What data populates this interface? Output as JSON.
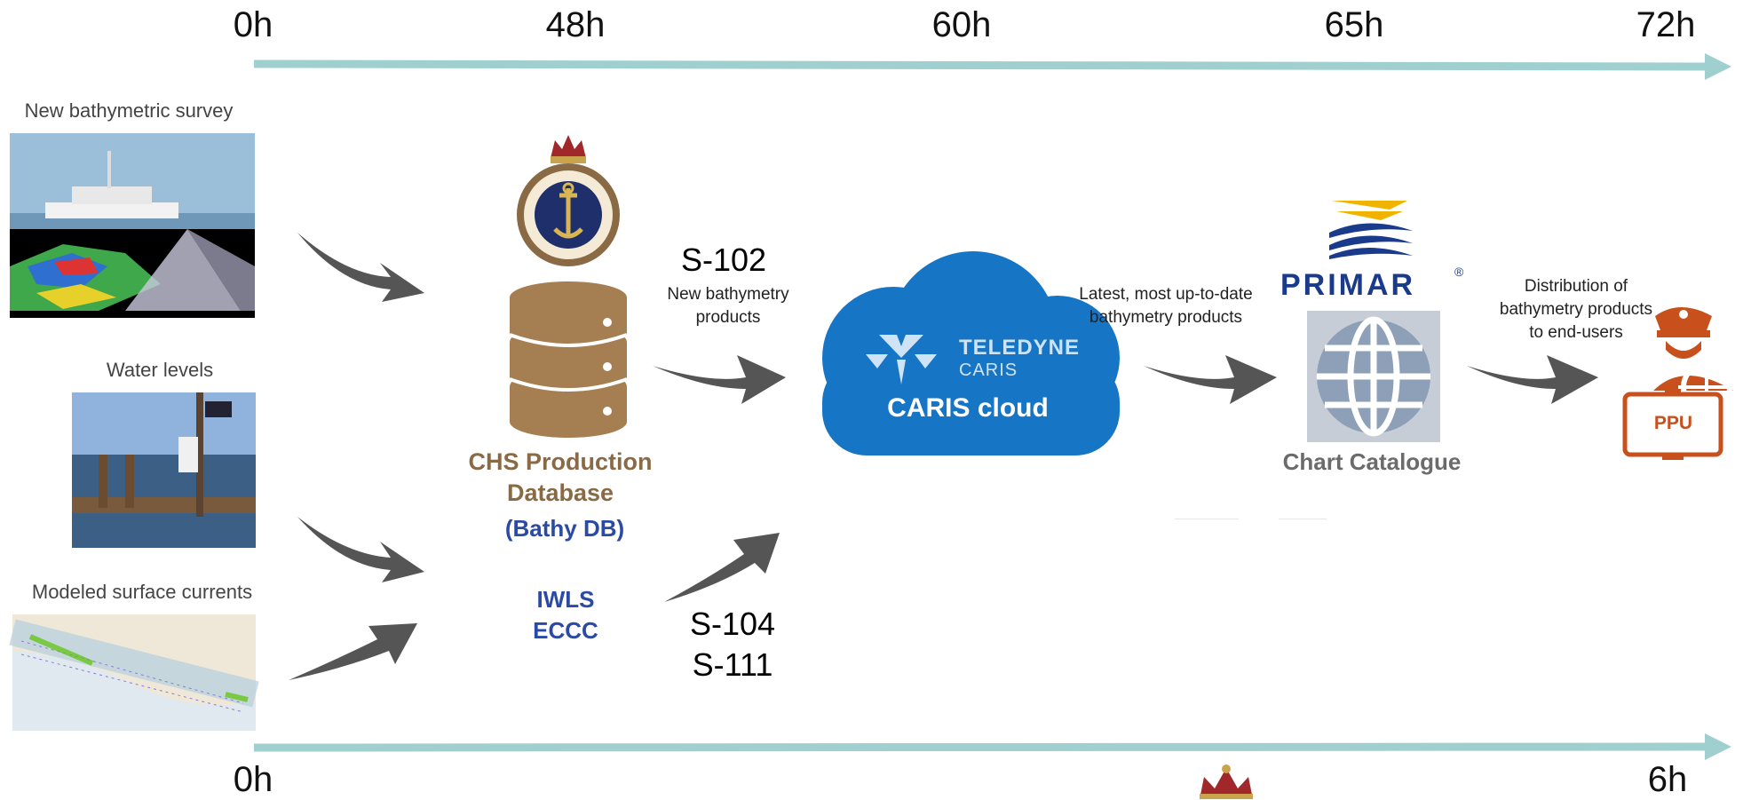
{
  "timeline_top": {
    "ticks": [
      "0h",
      "48h",
      "60h",
      "65h",
      "72h"
    ]
  },
  "timeline_bottom": {
    "ticks": [
      "0h",
      "6h"
    ]
  },
  "inputs": {
    "bathymetric_label": "New bathymetric survey",
    "water_levels_label": "Water levels",
    "currents_label": "Modeled surface currents"
  },
  "chs": {
    "title_line1": "CHS Production",
    "title_line2": "Database",
    "subtitle": "(Bathy DB)",
    "iwls": "IWLS",
    "eccc": "ECCC"
  },
  "products": {
    "s102": "S-102",
    "s102_desc_line1": "New bathymetry",
    "s102_desc_line2": "products",
    "s104": "S-104",
    "s111": "S-111"
  },
  "cloud": {
    "brand_line1": "TELEDYNE",
    "brand_line2": "CARIS",
    "name": "CARIS cloud"
  },
  "latest": {
    "line1": "Latest, most up-to-date",
    "line2": "bathymetry products"
  },
  "primar": {
    "logo_text": "PRIMAR",
    "registered": "®",
    "catalogue": "Chart Catalogue"
  },
  "distribution": {
    "line1": "Distribution of",
    "line2": "bathymetry products",
    "line3": "to end-users"
  },
  "ppu": {
    "label": "PPU"
  },
  "colors": {
    "timeline": "#9fcfcf",
    "arrow": "#555555",
    "cloud": "#1775c6",
    "chs_brown": "#8a6a44",
    "primar_blue": "#1a3a8c",
    "ppu_orange": "#c8501c"
  }
}
